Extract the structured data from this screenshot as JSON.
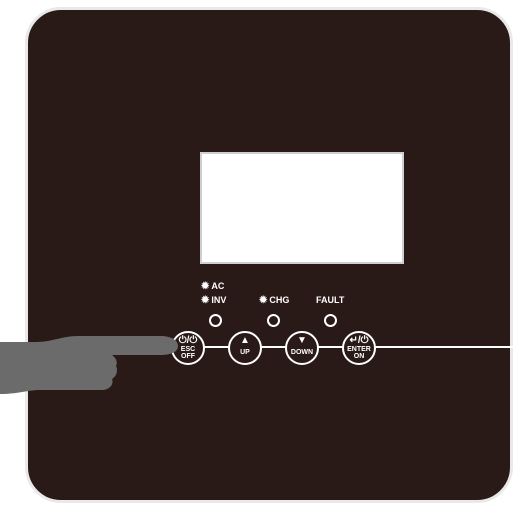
{
  "leds": {
    "ac_label": "AC",
    "inv_label": "INV",
    "chg_label": "CHG",
    "fault_label": "FAULT"
  },
  "buttons": {
    "esc": {
      "top": "⏻/⏻",
      "line1": "ESC",
      "line2": "OFF"
    },
    "up": {
      "top": "▲",
      "line1": "UP"
    },
    "down": {
      "top": "▼",
      "line1": "DOWN"
    },
    "enter": {
      "top": "↵/⏻",
      "line1": "ENTER",
      "line2": "ON"
    }
  },
  "colors": {
    "panel": "#2a1a17",
    "finger": "#6b6b6b"
  }
}
